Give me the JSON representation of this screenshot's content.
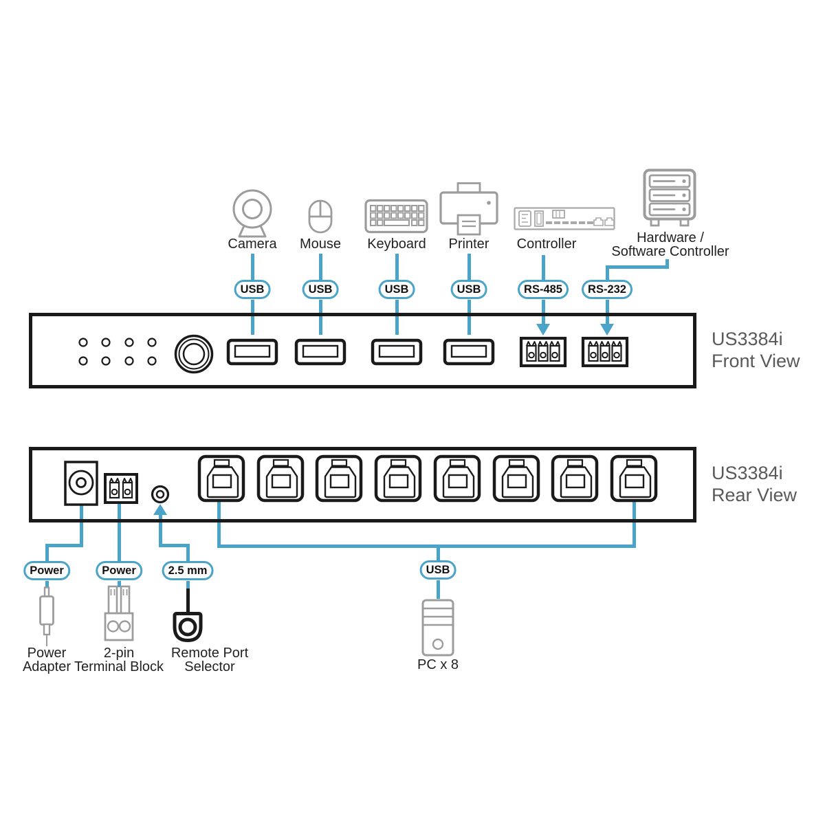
{
  "colors": {
    "connector_line": "#4AA3C8",
    "panel_outline": "#1A1A1A",
    "device_icon_gray": "#9C9C9C",
    "view_label_gray": "#595959"
  },
  "top_devices": [
    {
      "name": "camera",
      "label": "Camera",
      "badge": "USB"
    },
    {
      "name": "mouse",
      "label": "Mouse",
      "badge": "USB"
    },
    {
      "name": "keyboard",
      "label": "Keyboard",
      "badge": "USB"
    },
    {
      "name": "printer",
      "label": "Printer",
      "badge": "USB"
    },
    {
      "name": "controller",
      "label": "Controller",
      "badge": "RS-485"
    },
    {
      "name": "hw-sw-controller",
      "label_line1": "Hardware /",
      "label_line2": "Software Controller",
      "badge": "RS-232"
    }
  ],
  "front_view": {
    "model": "US3384i",
    "view": "Front View"
  },
  "rear_view": {
    "model": "US3384i",
    "view": "Rear View"
  },
  "rear_badges": {
    "power1": "Power",
    "power2": "Power",
    "jack": "2.5 mm",
    "usb": "USB"
  },
  "bottom_devices": {
    "power_adapter": {
      "label_line1": "Power",
      "label_line2": "Adapter"
    },
    "terminal_block": {
      "label_line1": "2-pin",
      "label_line2": "Terminal Block"
    },
    "remote_selector": {
      "label_line1": "Remote Port",
      "label_line2": "Selector"
    },
    "pc": {
      "label": "PC x 8"
    }
  }
}
